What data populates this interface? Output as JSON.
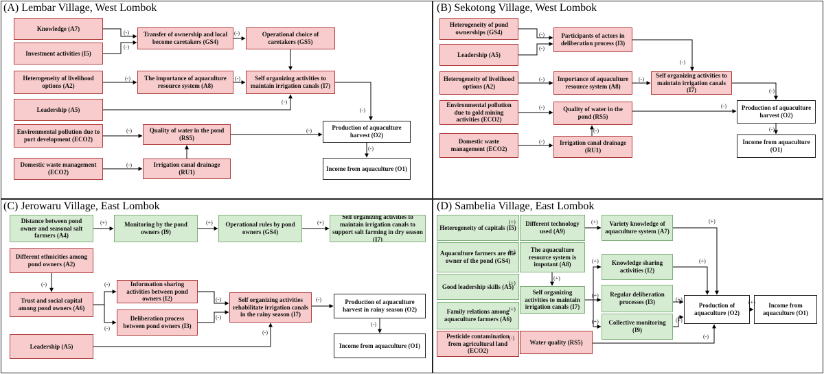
{
  "panels": {
    "A": {
      "title": "(A) Lembar Village, West Lombok"
    },
    "B": {
      "title": "(B) Sekotong Village, West Lombok"
    },
    "C": {
      "title": "(C) Jerowaru Village, East Lombok"
    },
    "D": {
      "title": "(D) Sambelia Village, East Lombok"
    }
  },
  "nodes": {
    "A": {
      "knowledge": "Knowledge (A7)",
      "investment": "Investment activities (I5)",
      "transfer": "Transfer of ownership and local become caretakers (GS4)",
      "operational": "Operational choice of caretakers (GS5)",
      "heterogeneity": "Heterogeneity of livelihood options (A2)",
      "importance": "The importance of aquaculture resource system (A8)",
      "selforg": "Self organizing activities to maintain irrigation canals (I7)",
      "leadership": "Leadership (A5)",
      "pollution": "Environmental pollution due to port development (ECO2)",
      "quality": "Quality of water in the pond (RS5)",
      "production": "Production of aquaculture harvest (O2)",
      "waste": "Domestic waste management (ECO2)",
      "drainage": "Irrigation canal drainage (RU1)",
      "income": "Income from aquaculture (O1)"
    },
    "B": {
      "heteroPond": "Heterogeneity of pond ownerships (GS4)",
      "participants": "Participants of actors in deliberation process (I3)",
      "leadership": "Leadership (A5)",
      "heteroLive": "Heterogeneity of livelihood options (A2)",
      "importance": "Importance of aquaculture resource system (A8)",
      "selforg": "Self organizing activities to maintain irrigation canals (I7)",
      "pollution": "Environmental pollution due to gold mining activities (ECO2)",
      "quality": "Quality of water in the pond (RS5)",
      "production": "Production of aquaculture harvest (O2)",
      "waste": "Domestic waste management (ECO2)",
      "drainage": "Irrigation canal drainage (RU1)",
      "income": "Income from aquaculture (O1)"
    },
    "C": {
      "distance": "Distance between pond owner and seasonal salt farmers (A4)",
      "monitoring": "Monitoring by the pond owners (I9)",
      "rules": "Operational rules by pond owners (GS4)",
      "selforgSalt": "Self organizing activities to maintain irrigation canals to support salt farming in dry season (I7)",
      "ethnic": "Different ethnicities among pond owners (A2)",
      "trust": "Trust and social capital among pond owners (A6)",
      "infoShare": "Information sharing activities between pond owners (I2)",
      "deliberation": "Deliberation process between pond owners (I3)",
      "selforgRain": "Self organizing activities rehabilitate irrigation canals in the rainy season (I7)",
      "production": "Production of aquaculture harvest in rainy season (O2)",
      "leadership": "Leadership (A5)",
      "income": "Income from aquaculture (O1)"
    },
    "D": {
      "capitals": "Heterogeneity of capitals (I5)",
      "technology": "Different technology used (A9)",
      "variety": "Variety knowledge of aquaculture system (A7)",
      "owners": "Aquaculture farmers are the owner of the pond (GS4)",
      "important": "The aquaculture resource system is impotant (A8)",
      "knowShare": "Knowledge sharing activities (I2)",
      "goodLead": "Good leadership skills (A5)",
      "selforg": "Self organizing activities to maintain irrigation canals (I7)",
      "regular": "Regular deliberation processes (I3)",
      "production": "Production of aquaculture (O2)",
      "income": "Income from aquaculture (O1)",
      "family": "Family relations among aquaculture farmers (A6)",
      "collective": "Collective monitoring (I9)",
      "pesticide": "Pesticide contamination from agricultural land (ECO2)",
      "water": "Water quality (RS5)"
    }
  },
  "signs": {
    "neg": "(-)",
    "pos": "(+)"
  }
}
